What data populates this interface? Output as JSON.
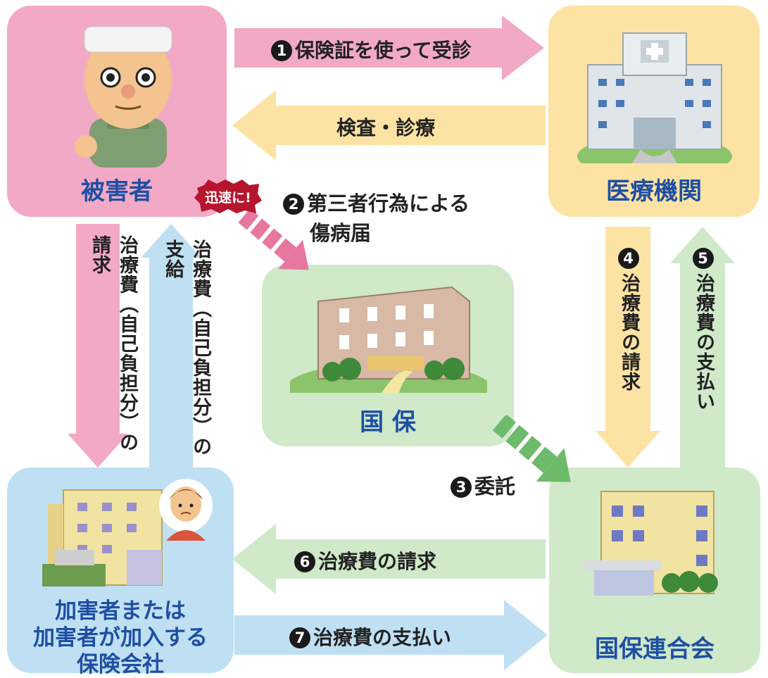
{
  "nodes": {
    "victim": {
      "label": "被害者"
    },
    "hospital": {
      "label": "医療機関"
    },
    "kokuho": {
      "label": "国 保"
    },
    "insurer": {
      "label_line1": "加害者または",
      "label_line2": "加害者が加入する",
      "label_line3": "保険会社"
    },
    "federation": {
      "label": "国保連合会"
    }
  },
  "flows": {
    "f1": {
      "num": "1",
      "text": "保険証を使って受診"
    },
    "exam": {
      "text": "検査・診療"
    },
    "f2": {
      "num": "2",
      "text_line1": "第三者行為による",
      "text_line2": "傷病届",
      "badge": "迅速に!"
    },
    "f3": {
      "num": "3",
      "text": "委託"
    },
    "f4": {
      "num": "4",
      "text": "治療費の請求"
    },
    "f5": {
      "num": "5",
      "text": "治療費の支払い"
    },
    "f6": {
      "num": "6",
      "text": "治療費の請求"
    },
    "f7": {
      "num": "7",
      "text": "治療費の支払い"
    },
    "left_down": {
      "text": "治療費（自己負担分）の請求"
    },
    "left_up": {
      "text": "治療費（自己負担分）の支給"
    }
  },
  "colors": {
    "pink": "#f2a9c6",
    "yellow": "#fde3a3",
    "green": "#cfe9c9",
    "blue": "#bfe0f3",
    "label_blue": "#1f4fa3",
    "badge_red": "#b7152e"
  }
}
